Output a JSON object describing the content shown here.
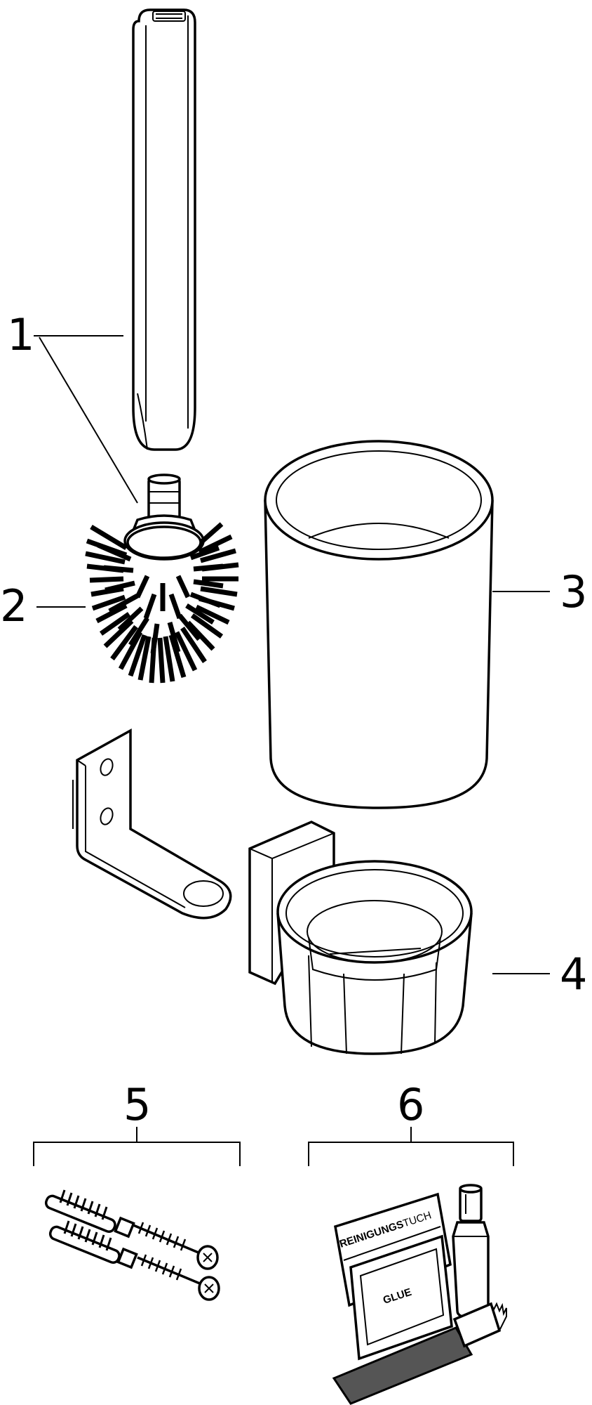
{
  "callouts": {
    "c1": "1",
    "c2": "2",
    "c3": "3",
    "c4": "4",
    "c5": "5",
    "c6": "6"
  },
  "kit6": {
    "cloth_label_bold": "REINIGUNGS",
    "cloth_label_light": "TUCH",
    "glue_label": "GLUE"
  },
  "colors": {
    "line": "#000000",
    "background": "#ffffff",
    "tube": "#555555"
  }
}
